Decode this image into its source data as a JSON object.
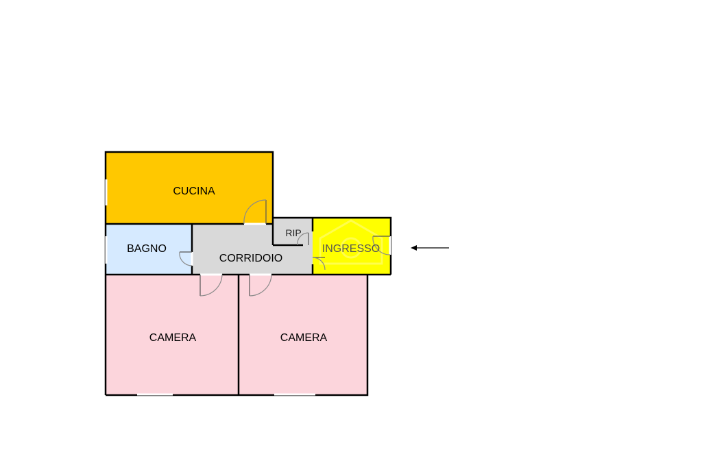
{
  "plan": {
    "rooms": {
      "cucina": {
        "label": "CUCINA",
        "color": "#ffc800"
      },
      "bagno": {
        "label": "BAGNO",
        "color": "#d6eaff"
      },
      "corridoio": {
        "label": "CORRIDOIO",
        "color": "#d9d9d9"
      },
      "rip": {
        "label": "RIP",
        "color": "#d9d9d9"
      },
      "ingresso": {
        "label": "INGRESSO",
        "color": "#ffff00"
      },
      "camera_left": {
        "label": "CAMERA",
        "color": "#fcd5dc"
      },
      "camera_right": {
        "label": "CAMERA",
        "color": "#fcd5dc"
      }
    },
    "entrance_arrow": {
      "icon": "arrow-left-icon"
    }
  }
}
